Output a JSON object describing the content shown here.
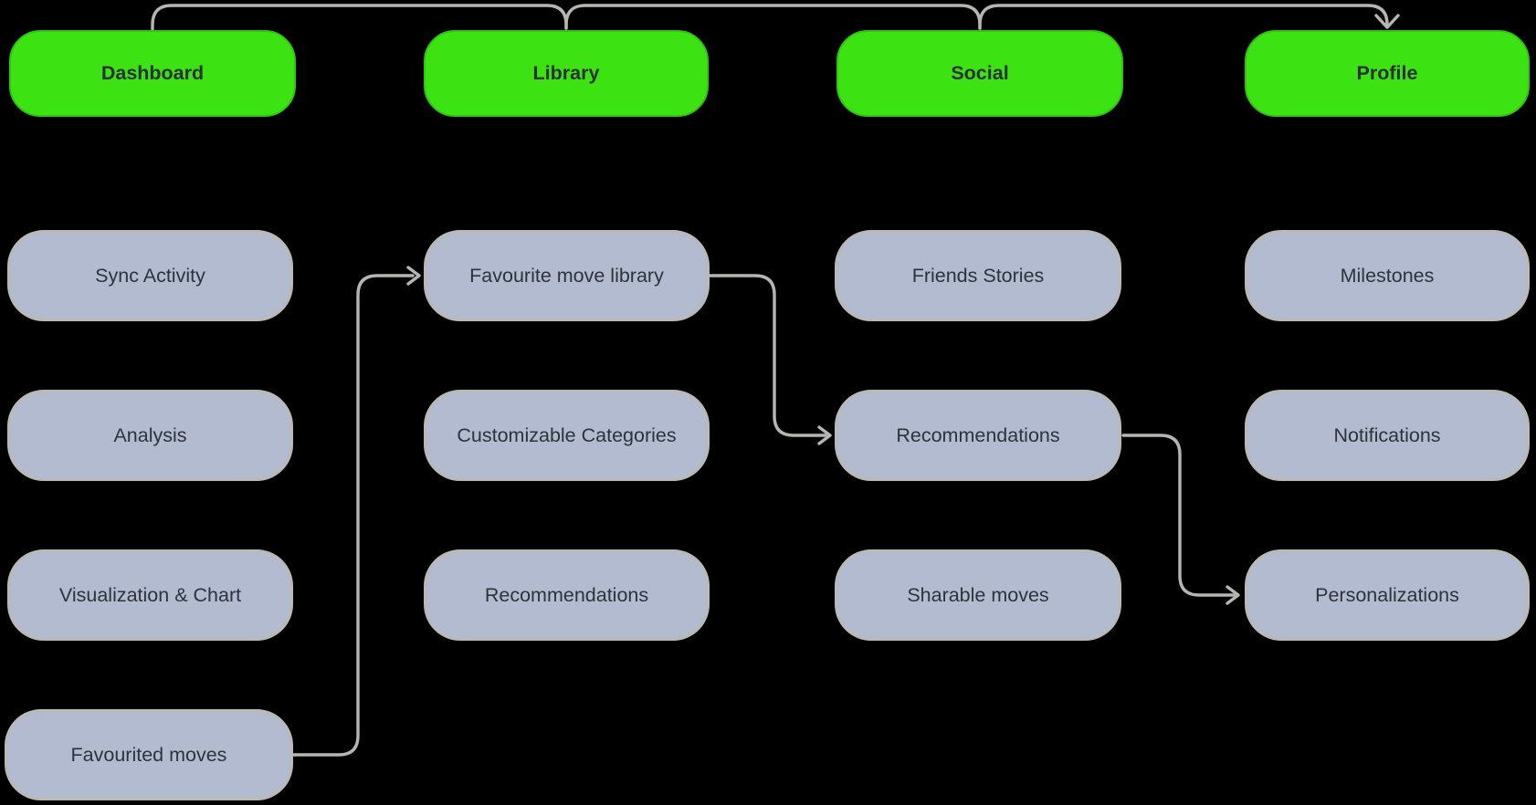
{
  "nav": [
    "Dashboard",
    "Library",
    "Social",
    "Profile"
  ],
  "sections": {
    "dashboard": [
      "Sync Activity",
      "Analysis",
      "Visualization & Chart",
      "Favourited moves"
    ],
    "library": [
      "Favourite move library",
      "Customizable Categories",
      "Recommendations"
    ],
    "social": [
      "Friends Stories",
      "Recommendations",
      "Sharable moves"
    ],
    "profile": [
      "Milestones",
      "Notifications",
      "Personalizations"
    ]
  },
  "edges": [
    {
      "from": "Dashboard",
      "to": "Library",
      "style": "top-arc"
    },
    {
      "from": "Library",
      "to": "Social",
      "style": "top-arc"
    },
    {
      "from": "Social",
      "to": "Profile",
      "style": "top-arc-arrowhead"
    },
    {
      "from": "Favourited moves",
      "to": "Favourite move library",
      "style": "elbow-arrow"
    },
    {
      "from": "Favourite move library",
      "to": "Recommendations (social)",
      "style": "elbow-arrow"
    },
    {
      "from": "Recommendations (social)",
      "to": "Personalizations",
      "style": "elbow-arrow"
    }
  ],
  "colors": {
    "background": "#000000",
    "nav_node_fill": "#3ce212",
    "nav_node_border": "#2ec60e",
    "feature_node_fill": "#b2bbcf",
    "feature_node_border": "#bab9b4",
    "connector": "#b6b5b1",
    "text": "#2e323b"
  }
}
